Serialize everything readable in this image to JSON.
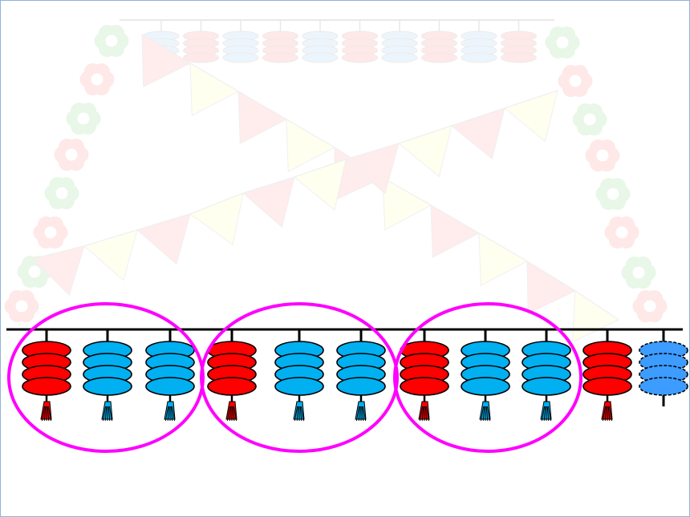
{
  "colors": {
    "frame_border": "#8fb4d8",
    "red": "#ff0000",
    "blue": "#00b0f0",
    "blue_last": "#3c9cff",
    "group_circle": "#ff00ff",
    "rope": "#000000",
    "flag_red": "#ff8080",
    "flag_yellow": "#ffff99",
    "flower_green": "#66cc66",
    "flower_red": "#ff6666"
  },
  "lanterns": [
    {
      "color": "red"
    },
    {
      "color": "blue"
    },
    {
      "color": "blue"
    },
    {
      "color": "red"
    },
    {
      "color": "blue"
    },
    {
      "color": "blue"
    },
    {
      "color": "red"
    },
    {
      "color": "blue"
    },
    {
      "color": "blue"
    },
    {
      "color": "red"
    },
    {
      "color": "blue_last"
    }
  ],
  "groups": [
    {
      "members": 3
    },
    {
      "members": 3
    },
    {
      "members": 3
    }
  ]
}
